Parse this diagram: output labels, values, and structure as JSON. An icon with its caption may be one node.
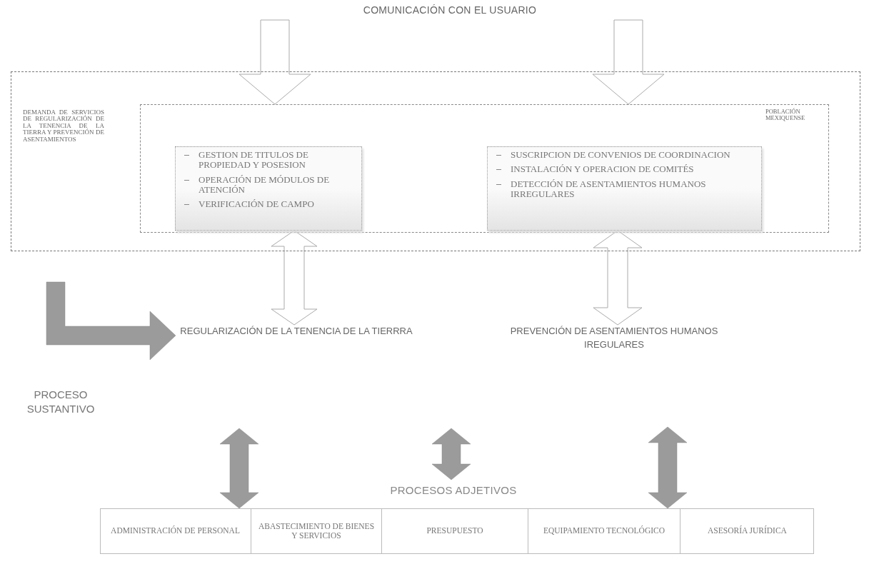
{
  "diagram": {
    "nodes": [
      {
        "text": [
          "COMUNICACIÓN CON EL USUARIO"
        ]
      },
      {
        "text": [
          "DEMANDA DE SERVICIOS DE REGULARIZACIÓN DE LA TENENCIA DE LA TIERRA Y PREVENCIÓN DE ASENTAMIENTOS"
        ]
      },
      {
        "text": [
          "POBLACIÓN MEXIQUENSE"
        ],
        "in": 1
      },
      {
        "text": [
          "GESTION DE TITULOS DE PROPIEDAD Y POSESION",
          "OPERACIÓN DE MÓDULOS DE ATENCIÓN",
          "VERIFICACIÓN DE CAMPO"
        ],
        "in": 2
      },
      {
        "text": [
          "SUSCRIPCION DE CONVENIOS DE COORDINACION",
          "INSTALACIÓN Y OPERACION DE COMITÉS",
          "DETECCIÓN DE ASENTAMIENTOS HUMANOS IRREGULARES"
        ],
        "in": 2
      },
      {
        "text": [
          "REGULARIZACIÓN DE LA TENENCIA DE LA TIERRRA"
        ]
      },
      {
        "text": [
          "PREVENCIÓN DE ASENTAMIENTOS HUMANOS IREGULARES"
        ]
      },
      {
        "text": [
          "PROCESOS ADJETIVOS"
        ]
      },
      {
        "text": [
          "ADMINISTRACIÓN DE PERSONAL"
        ],
        "in": 7
      },
      {
        "text": [
          "ABASTECIMIENTO DE BIENES Y SERVICIOS"
        ],
        "in": 7
      },
      {
        "text": [
          "PRESUPUESTO"
        ],
        "in": 7
      },
      {
        "text": [
          "EQUIPAMIENTO TECNOLÓGICO"
        ],
        "in": 7
      },
      {
        "text": [
          "ASESORÍA JURÍDICA"
        ],
        "in": 7
      }
    ],
    "edges": [
      {
        "from": 0,
        "to": 2,
        "arrow": "to"
      },
      {
        "from": 0,
        "to": 2,
        "arrow": "to"
      },
      {
        "from": 3,
        "to": 5,
        "arrow": "both"
      },
      {
        "from": 4,
        "to": 6,
        "arrow": "both"
      },
      {
        "from": null,
        "to": 5,
        "arrow": "to",
        "color": "#9b9b9b"
      },
      {
        "from": null,
        "to": 8,
        "arrow": "both",
        "color": "#9b9b9b"
      },
      {
        "from": null,
        "to": 7,
        "arrow": "both",
        "color": "#9b9b9b"
      },
      {
        "from": null,
        "to": 11,
        "arrow": "both",
        "color": "#9b9b9b"
      }
    ],
    "labels": [
      "PROCESO SUSTANTIVO"
    ]
  }
}
